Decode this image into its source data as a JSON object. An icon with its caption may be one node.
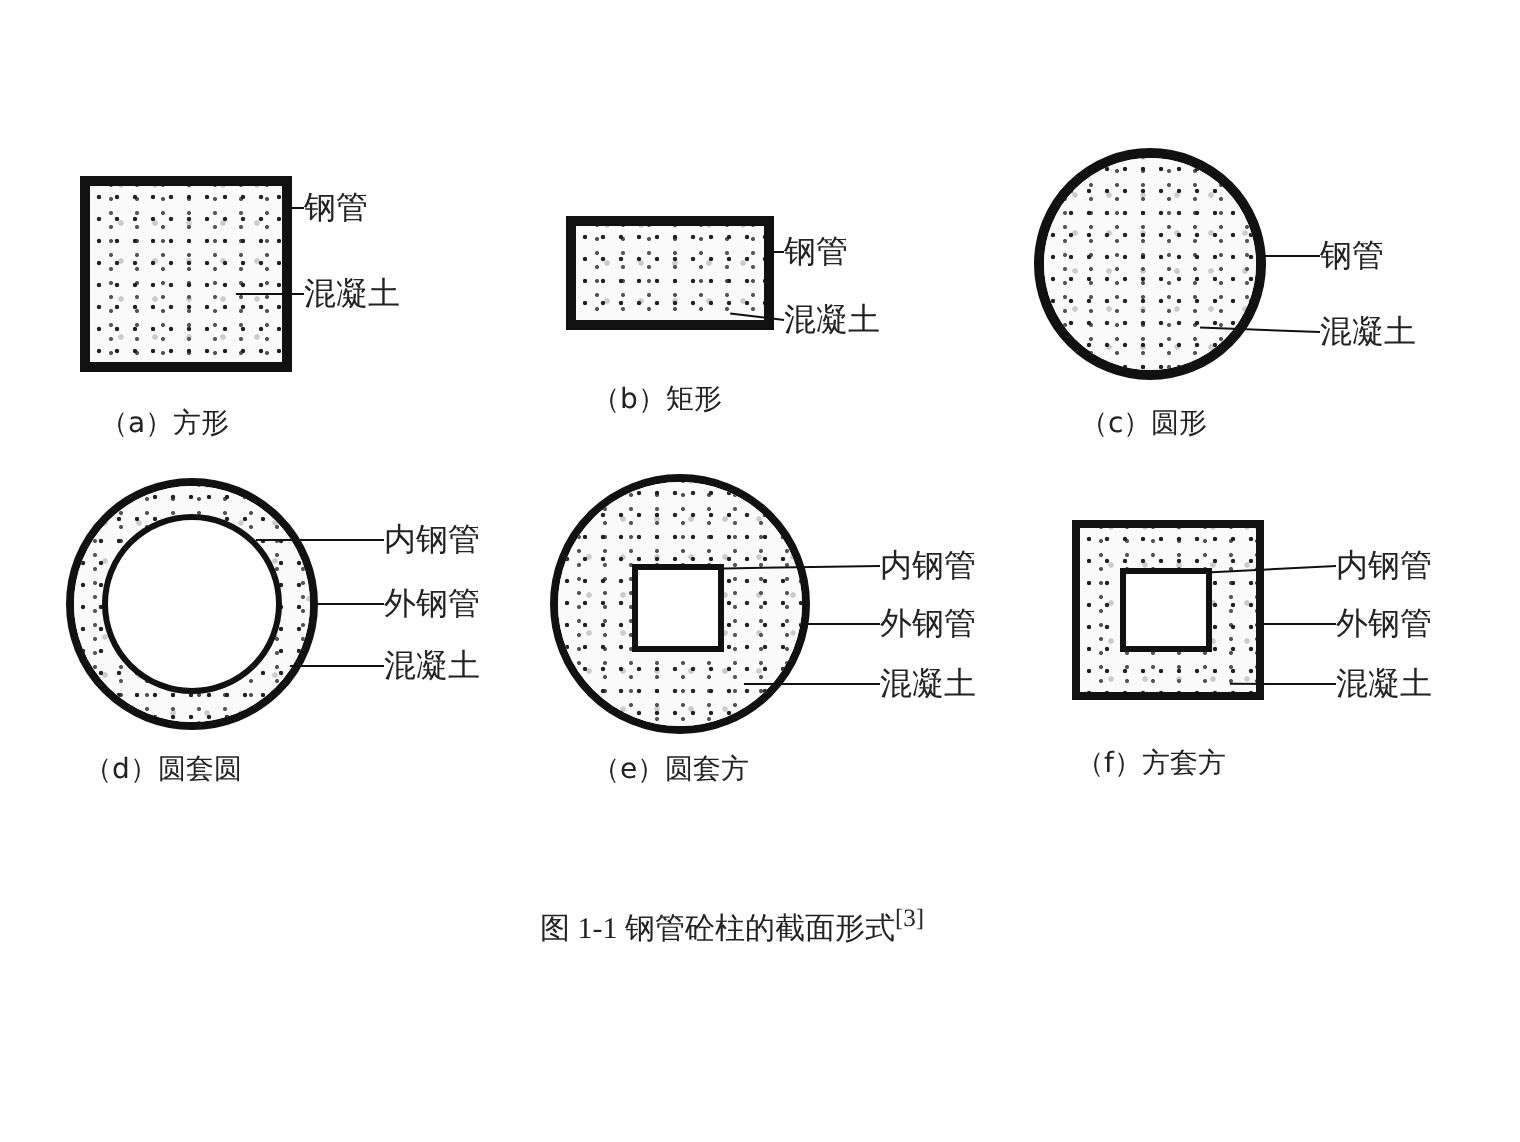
{
  "diagram": {
    "caption": "图 1-1  钢管砼柱的截面形式$^{[3]}$",
    "nodes": [
      {
        "text": [],
        "shape": "box"
      },
      {
        "text": [],
        "shape": "box",
        "in": 0
      },
      {
        "text": [
          "钢管"
        ]
      },
      {
        "text": [
          "混凝土"
        ]
      },
      {
        "text": [],
        "shape": "box"
      },
      {
        "text": [],
        "shape": "box",
        "in": 4
      },
      {
        "text": [
          "钢管"
        ]
      },
      {
        "text": [
          "混凝土"
        ]
      },
      {
        "text": [],
        "shape": "circle"
      },
      {
        "text": [],
        "shape": "circle",
        "in": 8
      },
      {
        "text": [
          "钢管"
        ]
      },
      {
        "text": [
          "混凝土"
        ]
      },
      {
        "text": [],
        "shape": "circle"
      },
      {
        "text": [],
        "shape": "circle",
        "in": 12
      },
      {
        "text": [],
        "shape": "circle",
        "in": 13
      },
      {
        "text": [
          "内钢管"
        ]
      },
      {
        "text": [
          "外钢管"
        ]
      },
      {
        "text": [
          "混凝土"
        ]
      },
      {
        "text": [],
        "shape": "circle"
      },
      {
        "text": [],
        "shape": "circle",
        "in": 18
      },
      {
        "text": [],
        "shape": "box",
        "in": 19
      },
      {
        "text": [
          "内钢管"
        ]
      },
      {
        "text": [
          "外钢管"
        ]
      },
      {
        "text": [
          "混凝土"
        ]
      },
      {
        "text": [],
        "shape": "box"
      },
      {
        "text": [],
        "shape": "box",
        "in": 24
      },
      {
        "text": [],
        "shape": "box",
        "in": 25
      },
      {
        "text": [
          "内钢管"
        ]
      },
      {
        "text": [
          "外钢管"
        ]
      },
      {
        "text": [
          "混凝土"
        ]
      }
    ],
    "edges": [
      {
        "from": 2,
        "to": 0,
        "arrow": "none"
      },
      {
        "from": 3,
        "to": 1,
        "arrow": "none"
      },
      {
        "from": 6,
        "to": 4,
        "arrow": "none"
      },
      {
        "from": 7,
        "to": 5,
        "arrow": "none"
      },
      {
        "from": 10,
        "to": 8,
        "arrow": "none"
      },
      {
        "from": 11,
        "to": 9,
        "arrow": "none"
      },
      {
        "from": 15,
        "to": 14,
        "arrow": "none"
      },
      {
        "from": 16,
        "to": 12,
        "arrow": "none"
      },
      {
        "from": 17,
        "to": 13,
        "arrow": "none"
      },
      {
        "from": 21,
        "to": 20,
        "arrow": "none"
      },
      {
        "from": 22,
        "to": 18,
        "arrow": "none"
      },
      {
        "from": 23,
        "to": 19,
        "arrow": "none"
      },
      {
        "from": 27,
        "to": 26,
        "arrow": "none"
      },
      {
        "from": 28,
        "to": 24,
        "arrow": "none"
      },
      {
        "from": 29,
        "to": 25,
        "arrow": "none"
      }
    ],
    "labels": [
      "（a）方形",
      "（b）矩形",
      "（c）圆形",
      "（d）圆套圆",
      "（e）圆套方",
      "（f）方套方"
    ]
  }
}
